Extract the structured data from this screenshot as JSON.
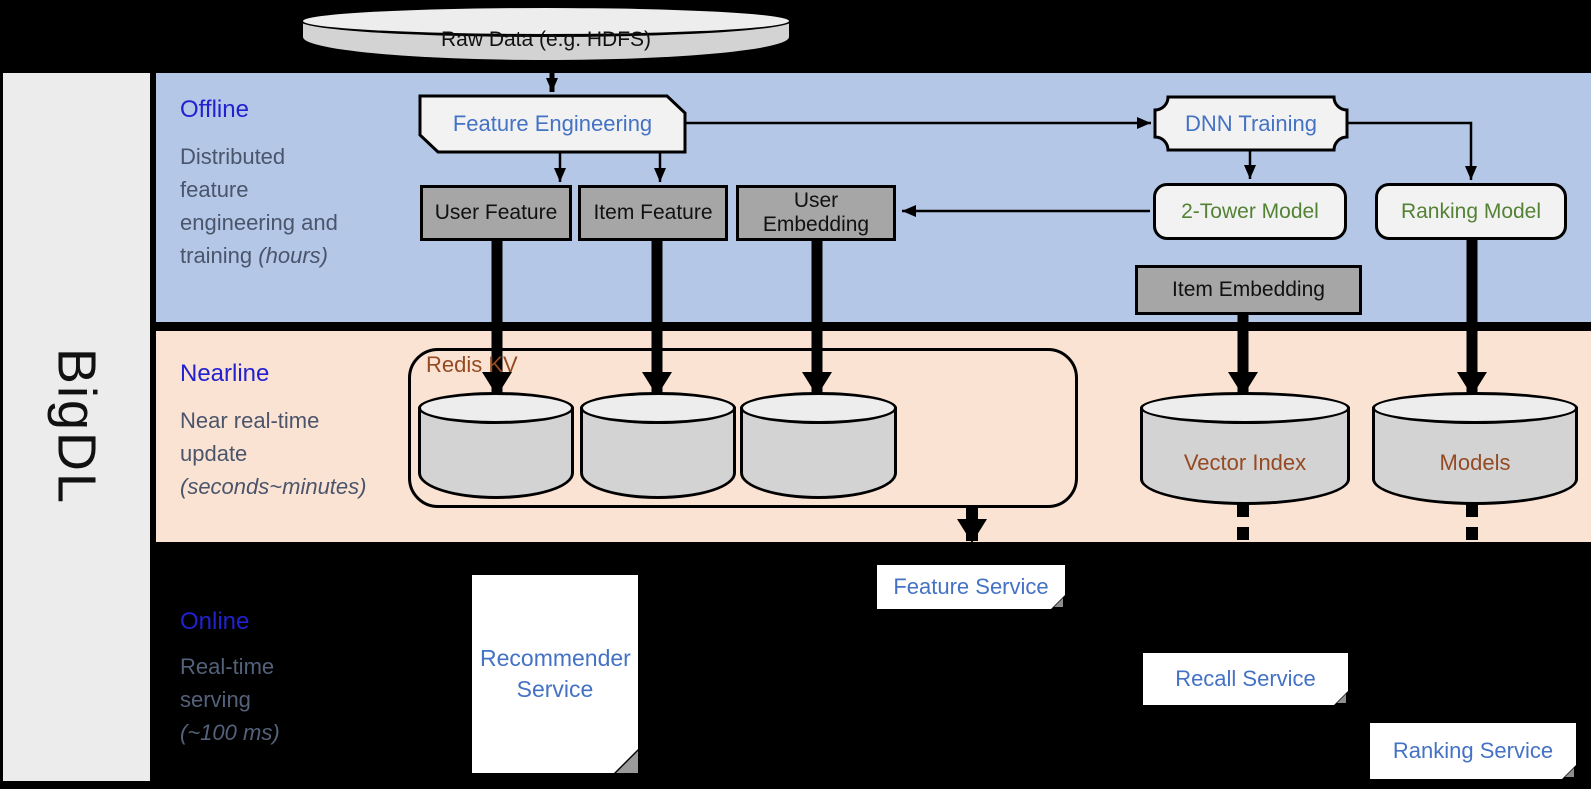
{
  "brand": {
    "name": "BigDL"
  },
  "raw_data": {
    "label": "Raw Data (e.g. HDFS)"
  },
  "bands": {
    "offline": {
      "title": "Offline",
      "desc_main": "Distributed feature engineering and training ",
      "desc_italic": "(hours)"
    },
    "nearline": {
      "title": "Nearline",
      "desc_main": "Near real-time update ",
      "desc_italic": "(seconds~minutes)"
    },
    "online": {
      "title": "Online",
      "desc_main": "Real-time serving ",
      "desc_italic": "(~100 ms)"
    }
  },
  "offline_nodes": {
    "feature_engineering": "Feature Engineering",
    "dnn_training": "DNN Training",
    "user_feature": "User Feature",
    "item_feature": "Item Feature",
    "user_embedding": "User Embedding",
    "two_tower_model": "2-Tower Model",
    "ranking_model": "Ranking Model",
    "item_embedding": "Item Embedding"
  },
  "nearline_nodes": {
    "redis_kv": "Redis KV",
    "vector_index": "Vector Index",
    "models": "Models"
  },
  "online_nodes": {
    "recommender_service": "Recommender Service",
    "feature_service": "Feature Service",
    "recall_service": "Recall Service",
    "ranking_service": "Ranking Service"
  },
  "colors": {
    "offline_band": "#b4c7e7",
    "nearline_band": "#fbe3d4",
    "background": "#000000",
    "band_title_blue": "#2121cf",
    "desc_gray": "#4a556b",
    "node_gray": "#a6a6a6",
    "node_light": "#f2f2f2",
    "label_blue": "#4472c4",
    "label_green": "#548235",
    "label_brown": "#944a22",
    "cylinder_fill": "#d3d3d3"
  }
}
